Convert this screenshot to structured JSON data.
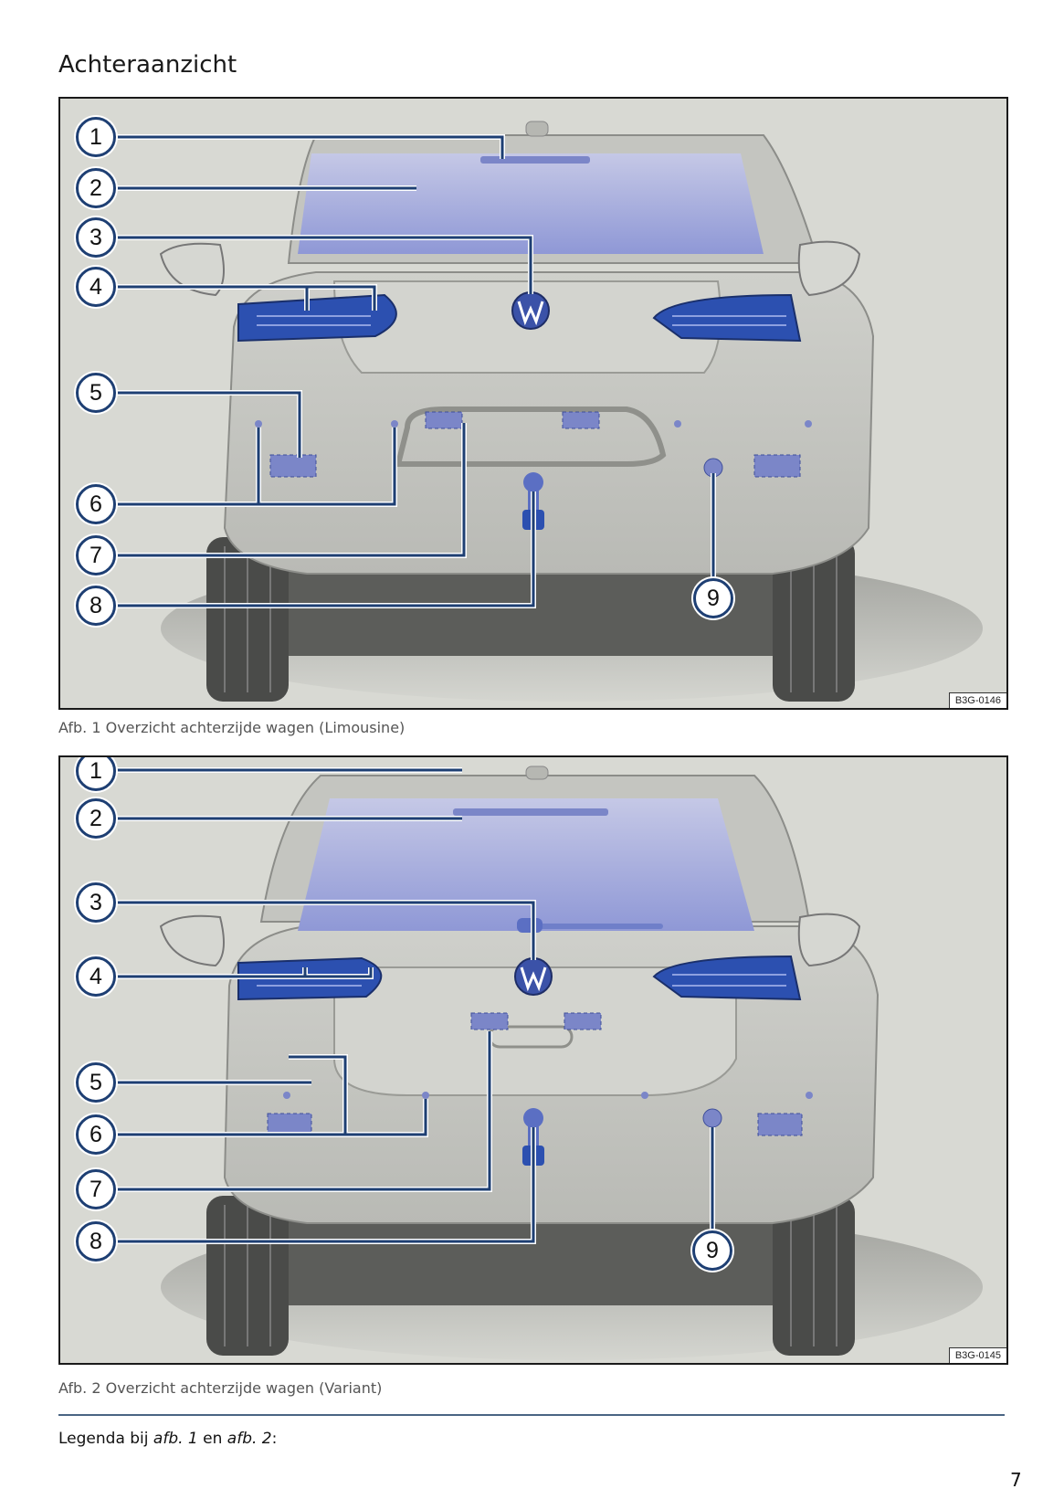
{
  "page": {
    "title": "Achteraanzicht",
    "page_number": "7"
  },
  "figures": [
    {
      "code": "B3G-0146",
      "caption": "Afb. 1 Overzicht achterzijde wagen (Limousine)",
      "callouts": [
        "1",
        "2",
        "3",
        "4",
        "5",
        "6",
        "7",
        "8",
        "9"
      ]
    },
    {
      "code": "B3G-0145",
      "caption": "Afb. 2 Overzicht achterzijde wagen (Variant)",
      "callouts": [
        "1",
        "2",
        "3",
        "4",
        "5",
        "6",
        "7",
        "8",
        "9"
      ]
    }
  ],
  "legend": {
    "prefix": "Legenda bij ",
    "ref1": "afb. 1",
    "middle": " en ",
    "ref2": "afb. 2",
    "suffix": ":"
  },
  "colors": {
    "accent": "#1e3f73",
    "highlight_blue": "#6f7fc9",
    "background": "#d8d9d3",
    "rule": "#4a6583"
  }
}
